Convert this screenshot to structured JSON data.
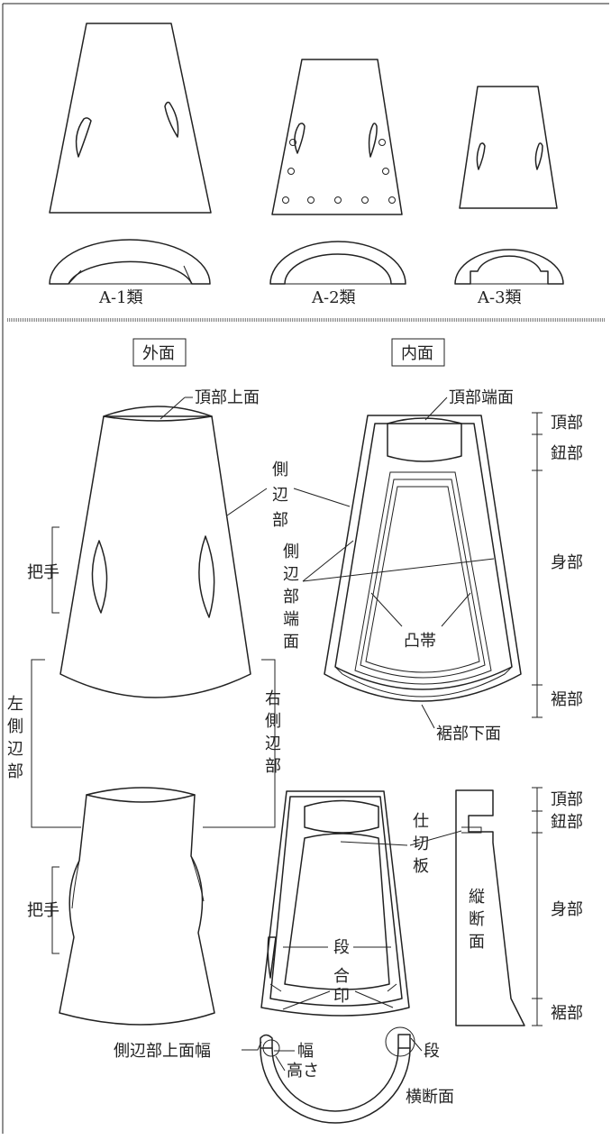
{
  "top_types": {
    "a1": "A-1類",
    "a2": "A-2類",
    "a3": "A-3類"
  },
  "headers": {
    "outer": "外面",
    "inner": "内面"
  },
  "labels": {
    "top_surface": "頂部上面",
    "top_end_face": "頂部端面",
    "side_part": [
      "側",
      "辺",
      "部"
    ],
    "side_end_face": [
      "側",
      "辺",
      "部",
      "端",
      "面"
    ],
    "handle": "把手",
    "convex_band": "凸帯",
    "skirt_bottom": "裾部下面",
    "left_side": [
      "左",
      "側",
      "辺",
      "部"
    ],
    "right_side": [
      "右",
      "側",
      "辺",
      "部"
    ],
    "partition": [
      "仕",
      "切",
      "板"
    ],
    "step": "段",
    "alignment_mark": [
      "合",
      "印"
    ],
    "longitudinal_section": [
      "縦",
      "断",
      "面"
    ],
    "side_top_width": "側辺部上面幅",
    "width": "幅",
    "height": "高さ",
    "cross_section": "横断面"
  },
  "zones_upper": [
    "頂部",
    "鈕部",
    "身部",
    "裾部"
  ],
  "zones_lower": [
    "頂部",
    "鈕部",
    "身部",
    "裾部"
  ]
}
